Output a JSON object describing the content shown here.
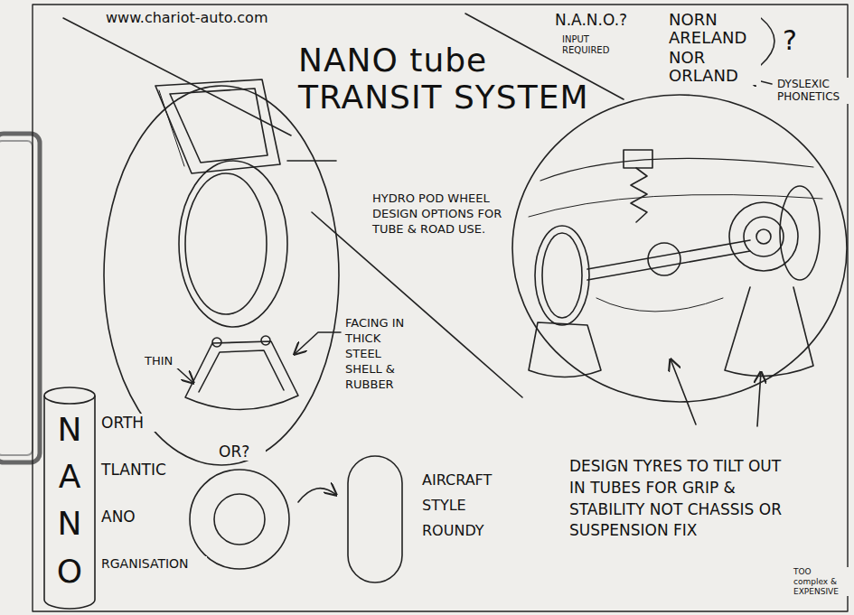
{
  "diagram": {
    "title": "NANO tube TRANSIT SYSTEM",
    "nodes": [
      {
        "text": [
          "NANO"
        ]
      }
    ],
    "labels": [
      "www.chariot-auto.com",
      "N.A.N.O.?",
      "INPUT REQUIRED",
      "NORN ARELAND",
      "NOR ORLAND",
      "?",
      "DYSLEXIC PHONETICS",
      "HYDRO POD WHEEL DESIGN OPTIONS FOR TUBE & ROAD USE.",
      "THIN",
      "FACING IN THICK STEEL SHELL & RUBBER",
      "ORTH",
      "TLANTIC",
      "ANO",
      "RGANISATION",
      "OR?",
      "AIRCRAFT STYLE ROUNDY",
      "DESIGN TYRES TO TILT OUT IN TUBES FOR GRIP & STABILITY NOT CHASSIS OR SUSPENSION FIX",
      "TOO complex & EXPENSIVE"
    ]
  }
}
